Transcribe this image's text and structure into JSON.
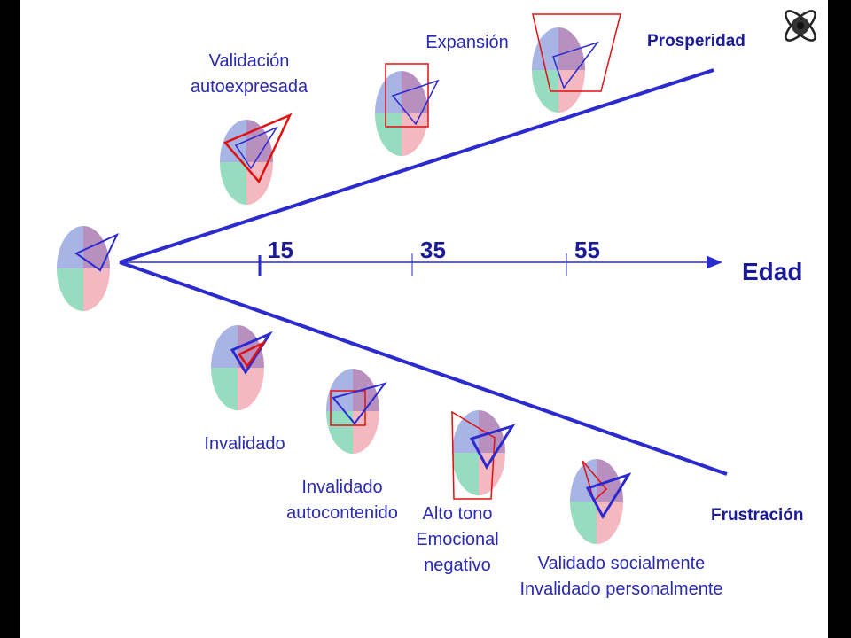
{
  "axis": {
    "label": "Edad",
    "ticks": [
      "15",
      "35",
      "55"
    ]
  },
  "branches": {
    "upper": "Prosperidad",
    "lower": "Frustración"
  },
  "stages": {
    "validacion": [
      "Validación",
      "autoexpresada"
    ],
    "expansion": [
      "Expansión"
    ],
    "invalidado": [
      "Invalidado"
    ],
    "autocontenido": [
      "Invalidado",
      "autocontenido"
    ],
    "alto_tono": [
      "Alto tono",
      "Emocional",
      "negativo"
    ],
    "validado_social": [
      "Validado socialmente",
      "Invalidado personalmente"
    ]
  },
  "colors": {
    "line": "#2a2ad0",
    "quadrant_tl": "#a8b4e4",
    "quadrant_tr": "#b890c0",
    "quadrant_bl": "#96dcc0",
    "quadrant_br": "#f4b8c0",
    "red_shape": "#e01010",
    "blue_shape": "#2a2ad0"
  },
  "logo_icon": "atom-icon"
}
